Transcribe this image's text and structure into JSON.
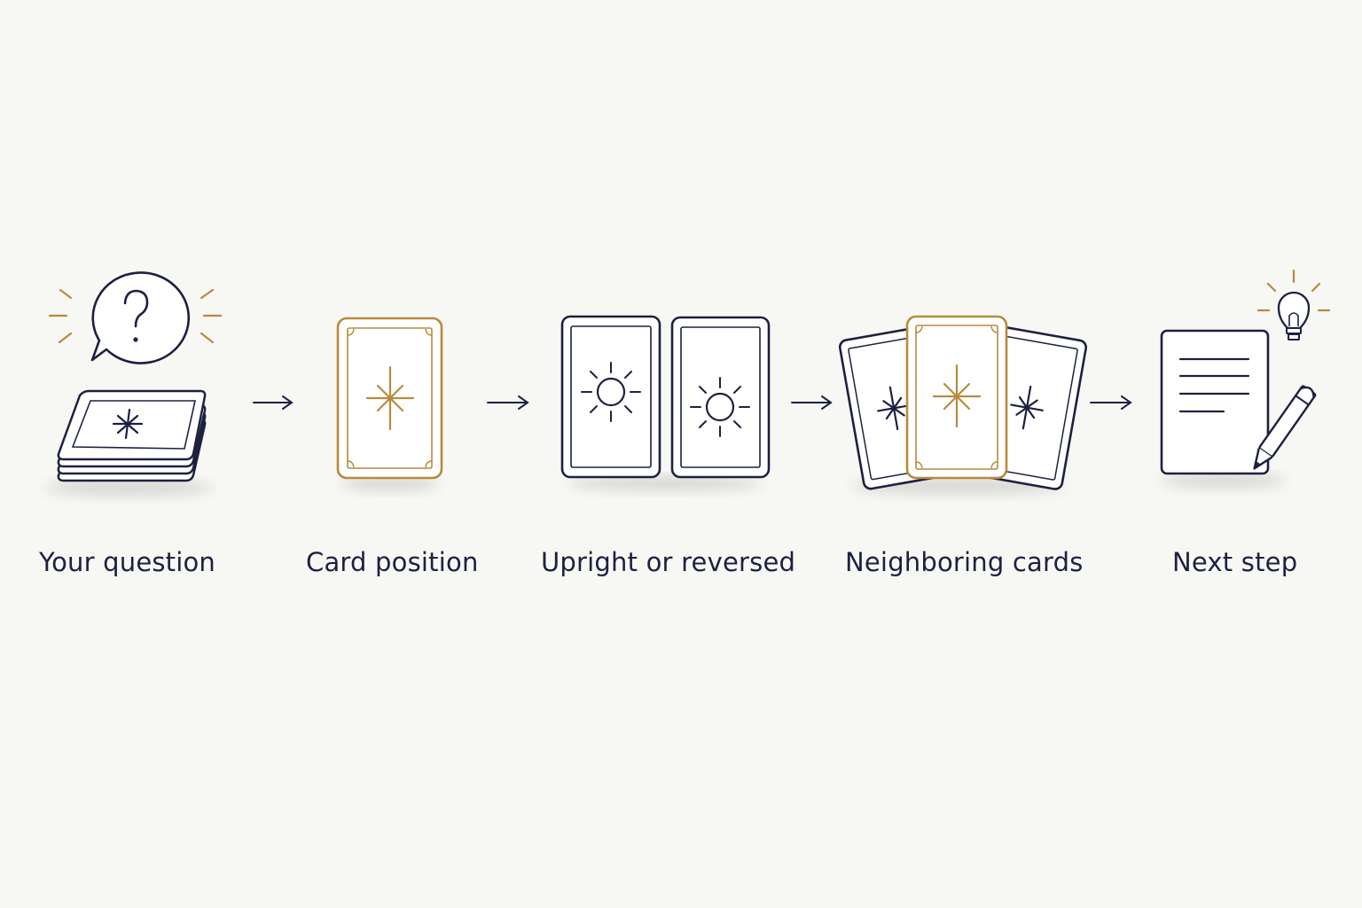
{
  "steps": [
    {
      "label": "Your question",
      "icon": "question-bubble-and-deck-icon"
    },
    {
      "label": "Card position",
      "icon": "star-card-icon"
    },
    {
      "label": "Upright or reversed",
      "icon": "two-sun-cards-icon"
    },
    {
      "label": "Neighboring cards",
      "icon": "three-card-spread-icon"
    },
    {
      "label": "Next step",
      "icon": "notepad-pencil-lightbulb-icon"
    }
  ],
  "connector_icon": "arrow-right-icon",
  "colors": {
    "ink": "#1c2140",
    "gold": "#b88a3c",
    "background": "#f7f7f4"
  }
}
